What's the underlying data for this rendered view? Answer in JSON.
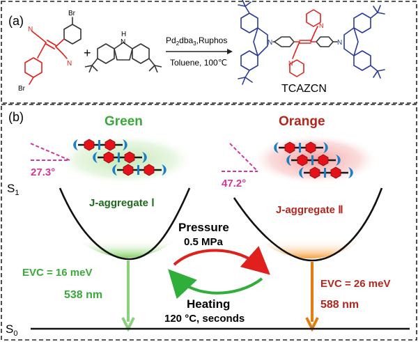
{
  "panel_a": {
    "label": "(a)",
    "substituent_cn": "N",
    "substituent_br": "Br",
    "carbazole_nh": "H",
    "carbazole_n": "N",
    "plus": "+",
    "reagent_main": "Pd",
    "reagent_sub1": "2",
    "reagent_dba": "dba",
    "reagent_sub2": "3",
    "reagent_ligand": ",Ruphos",
    "conditions": "Toluene, 100℃",
    "product_name": "TCAZCN"
  },
  "panel_b": {
    "label": "(b)",
    "left_title": "Green",
    "right_title": "Orange",
    "left_angle": "27.3°",
    "right_angle": "47.2°",
    "s1_label": "S",
    "s1_sub": "1",
    "s0_label": "S",
    "s0_sub": "0",
    "left_aggregate": "J-aggregate Ⅰ",
    "right_aggregate": "J-aggregate Ⅱ",
    "pressure_label": "Pressure",
    "pressure_value": "0.5 MPa",
    "heating_label": "Heating",
    "heating_value": "120 °C, seconds",
    "left_evc": "EVC = 16 meV",
    "left_wavelength": "538 nm",
    "right_evc": "EVC = 26 meV",
    "right_wavelength": "588 nm"
  },
  "colors": {
    "green_text": "#3aa93a",
    "dark_green_text": "#1e6b1e",
    "red_text": "#b3261e",
    "magenta": "#d0379b",
    "acceptor_red": "#e0201c",
    "donor_blue": "#2b3a9a",
    "stack_red": "#e3121b",
    "crescent_blue": "#1a7fc6",
    "arrow_green": "#8bd17c",
    "arrow_orange": "#e77d10"
  }
}
